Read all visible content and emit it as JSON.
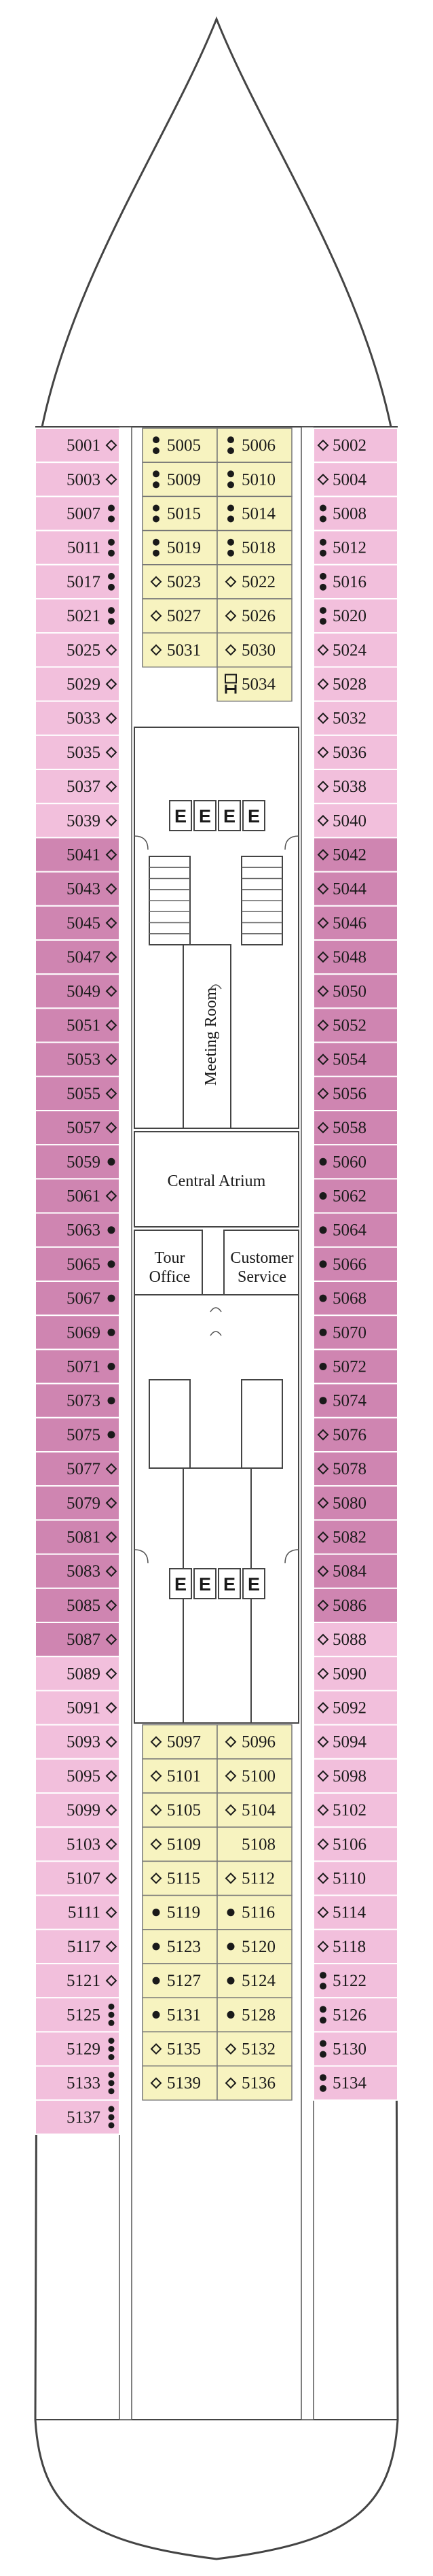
{
  "colors": {
    "outside": "#f2bfdc",
    "balcony": "#cf85b1",
    "inside": "#f7f3c0",
    "hull_stroke": "#444444",
    "marker": "#1a1a1a"
  },
  "icons": {
    "diamond": "diamond-icon",
    "dot": "dot-icon",
    "elevator": "elevator-icon",
    "accessible": "accessible-icon"
  },
  "rooms": {
    "meeting_room": "Meeting Room",
    "central_atrium": "Central Atrium",
    "tour_office_1": "Tour",
    "tour_office_2": "Office",
    "customer_service_1": "Customer",
    "customer_service_2": "Service"
  },
  "elevators": {
    "forward": [
      "E",
      "E",
      "E",
      "E"
    ],
    "aft": [
      "E",
      "E",
      "E",
      "E"
    ]
  },
  "left_cabins": [
    {
      "number": "5001",
      "type": "outside",
      "marker": "diamond"
    },
    {
      "number": "5003",
      "type": "outside",
      "marker": "diamond"
    },
    {
      "number": "5007",
      "type": "outside",
      "marker": "dot2"
    },
    {
      "number": "5011",
      "type": "outside",
      "marker": "dot2"
    },
    {
      "number": "5017",
      "type": "outside",
      "marker": "dot2"
    },
    {
      "number": "5021",
      "type": "outside",
      "marker": "dot2"
    },
    {
      "number": "5025",
      "type": "outside",
      "marker": "diamond"
    },
    {
      "number": "5029",
      "type": "outside",
      "marker": "diamond"
    },
    {
      "number": "5033",
      "type": "outside",
      "marker": "diamond"
    },
    {
      "number": "5035",
      "type": "outside",
      "marker": "diamond"
    },
    {
      "number": "5037",
      "type": "outside",
      "marker": "diamond"
    },
    {
      "number": "5039",
      "type": "outside",
      "marker": "diamond"
    },
    {
      "number": "5041",
      "type": "balcony",
      "marker": "diamond"
    },
    {
      "number": "5043",
      "type": "balcony",
      "marker": "diamond"
    },
    {
      "number": "5045",
      "type": "balcony",
      "marker": "diamond"
    },
    {
      "number": "5047",
      "type": "balcony",
      "marker": "diamond"
    },
    {
      "number": "5049",
      "type": "balcony",
      "marker": "diamond"
    },
    {
      "number": "5051",
      "type": "balcony",
      "marker": "diamond"
    },
    {
      "number": "5053",
      "type": "balcony",
      "marker": "diamond"
    },
    {
      "number": "5055",
      "type": "balcony",
      "marker": "diamond"
    },
    {
      "number": "5057",
      "type": "balcony",
      "marker": "diamond"
    },
    {
      "number": "5059",
      "type": "balcony",
      "marker": "dot"
    },
    {
      "number": "5061",
      "type": "balcony",
      "marker": "diamond"
    },
    {
      "number": "5063",
      "type": "balcony",
      "marker": "dot"
    },
    {
      "number": "5065",
      "type": "balcony",
      "marker": "dot"
    },
    {
      "number": "5067",
      "type": "balcony",
      "marker": "dot"
    },
    {
      "number": "5069",
      "type": "balcony",
      "marker": "dot"
    },
    {
      "number": "5071",
      "type": "balcony",
      "marker": "dot"
    },
    {
      "number": "5073",
      "type": "balcony",
      "marker": "dot"
    },
    {
      "number": "5075",
      "type": "balcony",
      "marker": "dot"
    },
    {
      "number": "5077",
      "type": "balcony",
      "marker": "diamond"
    },
    {
      "number": "5079",
      "type": "balcony",
      "marker": "diamond"
    },
    {
      "number": "5081",
      "type": "balcony",
      "marker": "diamond"
    },
    {
      "number": "5083",
      "type": "balcony",
      "marker": "diamond"
    },
    {
      "number": "5085",
      "type": "balcony",
      "marker": "diamond"
    },
    {
      "number": "5087",
      "type": "balcony",
      "marker": "diamond"
    },
    {
      "number": "5089",
      "type": "outside",
      "marker": "diamond"
    },
    {
      "number": "5091",
      "type": "outside",
      "marker": "diamond"
    },
    {
      "number": "5093",
      "type": "outside",
      "marker": "diamond"
    },
    {
      "number": "5095",
      "type": "outside",
      "marker": "diamond"
    },
    {
      "number": "5099",
      "type": "outside",
      "marker": "diamond"
    },
    {
      "number": "5103",
      "type": "outside",
      "marker": "diamond"
    },
    {
      "number": "5107",
      "type": "outside",
      "marker": "diamond"
    },
    {
      "number": "5111",
      "type": "outside",
      "marker": "diamond"
    },
    {
      "number": "5117",
      "type": "outside",
      "marker": "diamond"
    },
    {
      "number": "5121",
      "type": "outside",
      "marker": "diamond"
    },
    {
      "number": "5125",
      "type": "outside",
      "marker": "dot3"
    },
    {
      "number": "5129",
      "type": "outside",
      "marker": "dot3"
    },
    {
      "number": "5133",
      "type": "outside",
      "marker": "dot3"
    },
    {
      "number": "5137",
      "type": "outside",
      "marker": "dot3"
    }
  ],
  "right_cabins": [
    {
      "number": "5002",
      "type": "outside",
      "marker": "diamond"
    },
    {
      "number": "5004",
      "type": "outside",
      "marker": "diamond"
    },
    {
      "number": "5008",
      "type": "outside",
      "marker": "dot2"
    },
    {
      "number": "5012",
      "type": "outside",
      "marker": "dot2"
    },
    {
      "number": "5016",
      "type": "outside",
      "marker": "dot2"
    },
    {
      "number": "5020",
      "type": "outside",
      "marker": "dot2"
    },
    {
      "number": "5024",
      "type": "outside",
      "marker": "diamond"
    },
    {
      "number": "5028",
      "type": "outside",
      "marker": "diamond"
    },
    {
      "number": "5032",
      "type": "outside",
      "marker": "diamond"
    },
    {
      "number": "5036",
      "type": "outside",
      "marker": "diamond"
    },
    {
      "number": "5038",
      "type": "outside",
      "marker": "diamond"
    },
    {
      "number": "5040",
      "type": "outside",
      "marker": "diamond"
    },
    {
      "number": "5042",
      "type": "balcony",
      "marker": "diamond"
    },
    {
      "number": "5044",
      "type": "balcony",
      "marker": "diamond"
    },
    {
      "number": "5046",
      "type": "balcony",
      "marker": "diamond"
    },
    {
      "number": "5048",
      "type": "balcony",
      "marker": "diamond"
    },
    {
      "number": "5050",
      "type": "balcony",
      "marker": "diamond"
    },
    {
      "number": "5052",
      "type": "balcony",
      "marker": "diamond"
    },
    {
      "number": "5054",
      "type": "balcony",
      "marker": "diamond"
    },
    {
      "number": "5056",
      "type": "balcony",
      "marker": "diamond"
    },
    {
      "number": "5058",
      "type": "balcony",
      "marker": "diamond"
    },
    {
      "number": "5060",
      "type": "balcony",
      "marker": "dot"
    },
    {
      "number": "5062",
      "type": "balcony",
      "marker": "dot"
    },
    {
      "number": "5064",
      "type": "balcony",
      "marker": "dot"
    },
    {
      "number": "5066",
      "type": "balcony",
      "marker": "dot"
    },
    {
      "number": "5068",
      "type": "balcony",
      "marker": "dot"
    },
    {
      "number": "5070",
      "type": "balcony",
      "marker": "dot"
    },
    {
      "number": "5072",
      "type": "balcony",
      "marker": "dot"
    },
    {
      "number": "5074",
      "type": "balcony",
      "marker": "dot"
    },
    {
      "number": "5076",
      "type": "balcony",
      "marker": "diamond"
    },
    {
      "number": "5078",
      "type": "balcony",
      "marker": "diamond"
    },
    {
      "number": "5080",
      "type": "balcony",
      "marker": "diamond"
    },
    {
      "number": "5082",
      "type": "balcony",
      "marker": "diamond"
    },
    {
      "number": "5084",
      "type": "balcony",
      "marker": "diamond"
    },
    {
      "number": "5086",
      "type": "balcony",
      "marker": "diamond"
    },
    {
      "number": "5088",
      "type": "outside",
      "marker": "diamond"
    },
    {
      "number": "5090",
      "type": "outside",
      "marker": "diamond"
    },
    {
      "number": "5092",
      "type": "outside",
      "marker": "diamond"
    },
    {
      "number": "5094",
      "type": "outside",
      "marker": "diamond"
    },
    {
      "number": "5098",
      "type": "outside",
      "marker": "diamond"
    },
    {
      "number": "5102",
      "type": "outside",
      "marker": "diamond"
    },
    {
      "number": "5106",
      "type": "outside",
      "marker": "diamond"
    },
    {
      "number": "5110",
      "type": "outside",
      "marker": "diamond"
    },
    {
      "number": "5114",
      "type": "outside",
      "marker": "diamond"
    },
    {
      "number": "5118",
      "type": "outside",
      "marker": "diamond"
    },
    {
      "number": "5122",
      "type": "outside",
      "marker": "dot2"
    },
    {
      "number": "5126",
      "type": "outside",
      "marker": "dot2"
    },
    {
      "number": "5130",
      "type": "outside",
      "marker": "dot2"
    },
    {
      "number": "5134",
      "type": "outside",
      "marker": "dot2"
    }
  ],
  "inner_forward": [
    [
      {
        "number": "5005",
        "marker": "dot2"
      },
      {
        "number": "5006",
        "marker": "dot2"
      }
    ],
    [
      {
        "number": "5009",
        "marker": "dot2"
      },
      {
        "number": "5010",
        "marker": "dot2"
      }
    ],
    [
      {
        "number": "5015",
        "marker": "dot2"
      },
      {
        "number": "5014",
        "marker": "dot2"
      }
    ],
    [
      {
        "number": "5019",
        "marker": "dot2"
      },
      {
        "number": "5018",
        "marker": "dot2"
      }
    ],
    [
      {
        "number": "5023",
        "marker": "diamond"
      },
      {
        "number": "5022",
        "marker": "diamond"
      }
    ],
    [
      {
        "number": "5027",
        "marker": "diamond"
      },
      {
        "number": "5026",
        "marker": "diamond"
      }
    ],
    [
      {
        "number": "5031",
        "marker": "diamond"
      },
      {
        "number": "5030",
        "marker": "diamond"
      }
    ],
    [
      null,
      {
        "number": "5034",
        "marker": "accessible"
      }
    ]
  ],
  "inner_aft": [
    [
      {
        "number": "5097",
        "marker": "diamond"
      },
      {
        "number": "5096",
        "marker": "diamond"
      }
    ],
    [
      {
        "number": "5101",
        "marker": "diamond"
      },
      {
        "number": "5100",
        "marker": "diamond"
      }
    ],
    [
      {
        "number": "5105",
        "marker": "diamond"
      },
      {
        "number": "5104",
        "marker": "diamond"
      }
    ],
    [
      {
        "number": "5109",
        "marker": "diamond"
      },
      {
        "number": "5108",
        "marker": "none"
      }
    ],
    [
      {
        "number": "5115",
        "marker": "diamond"
      },
      {
        "number": "5112",
        "marker": "diamond"
      }
    ],
    [
      {
        "number": "5119",
        "marker": "dot"
      },
      {
        "number": "5116",
        "marker": "dot"
      }
    ],
    [
      {
        "number": "5123",
        "marker": "dot"
      },
      {
        "number": "5120",
        "marker": "dot"
      }
    ],
    [
      {
        "number": "5127",
        "marker": "dot"
      },
      {
        "number": "5124",
        "marker": "dot"
      }
    ],
    [
      {
        "number": "5131",
        "marker": "dot"
      },
      {
        "number": "5128",
        "marker": "dot"
      }
    ],
    [
      {
        "number": "5135",
        "marker": "diamond"
      },
      {
        "number": "5132",
        "marker": "diamond"
      }
    ],
    [
      {
        "number": "5139",
        "marker": "diamond"
      },
      {
        "number": "5136",
        "marker": "diamond"
      }
    ]
  ]
}
